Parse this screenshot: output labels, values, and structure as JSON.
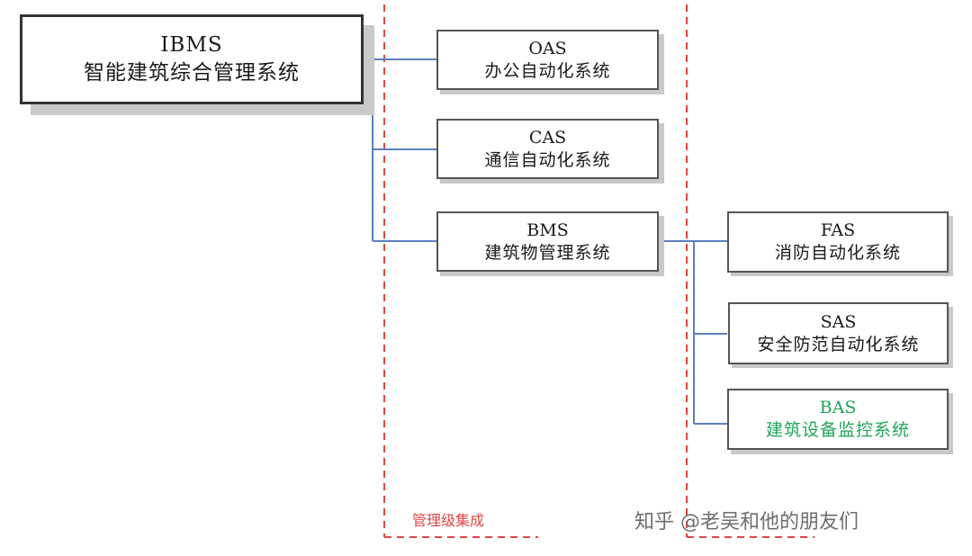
{
  "root": {
    "code": "IBMS",
    "name": "智能建筑综合管理系统"
  },
  "level1": [
    {
      "code": "OAS",
      "name": "办公自动化系统"
    },
    {
      "code": "CAS",
      "name": "通信自动化系统"
    },
    {
      "code": "BMS",
      "name": "建筑物管理系统"
    }
  ],
  "level2": [
    {
      "code": "FAS",
      "name": "消防自动化系统"
    },
    {
      "code": "SAS",
      "name": "安全防范自动化系统"
    },
    {
      "code": "BAS",
      "name": "建筑设备监控系统",
      "color": "#1fa65a"
    }
  ],
  "region_label": "管理级集成",
  "watermark": "知乎 @老吴和他的朋友们",
  "colors": {
    "connector": "#5b7fbf",
    "dashed_region": "#e04646",
    "box_border": "#555555",
    "bas_text": "#1fa65a"
  }
}
